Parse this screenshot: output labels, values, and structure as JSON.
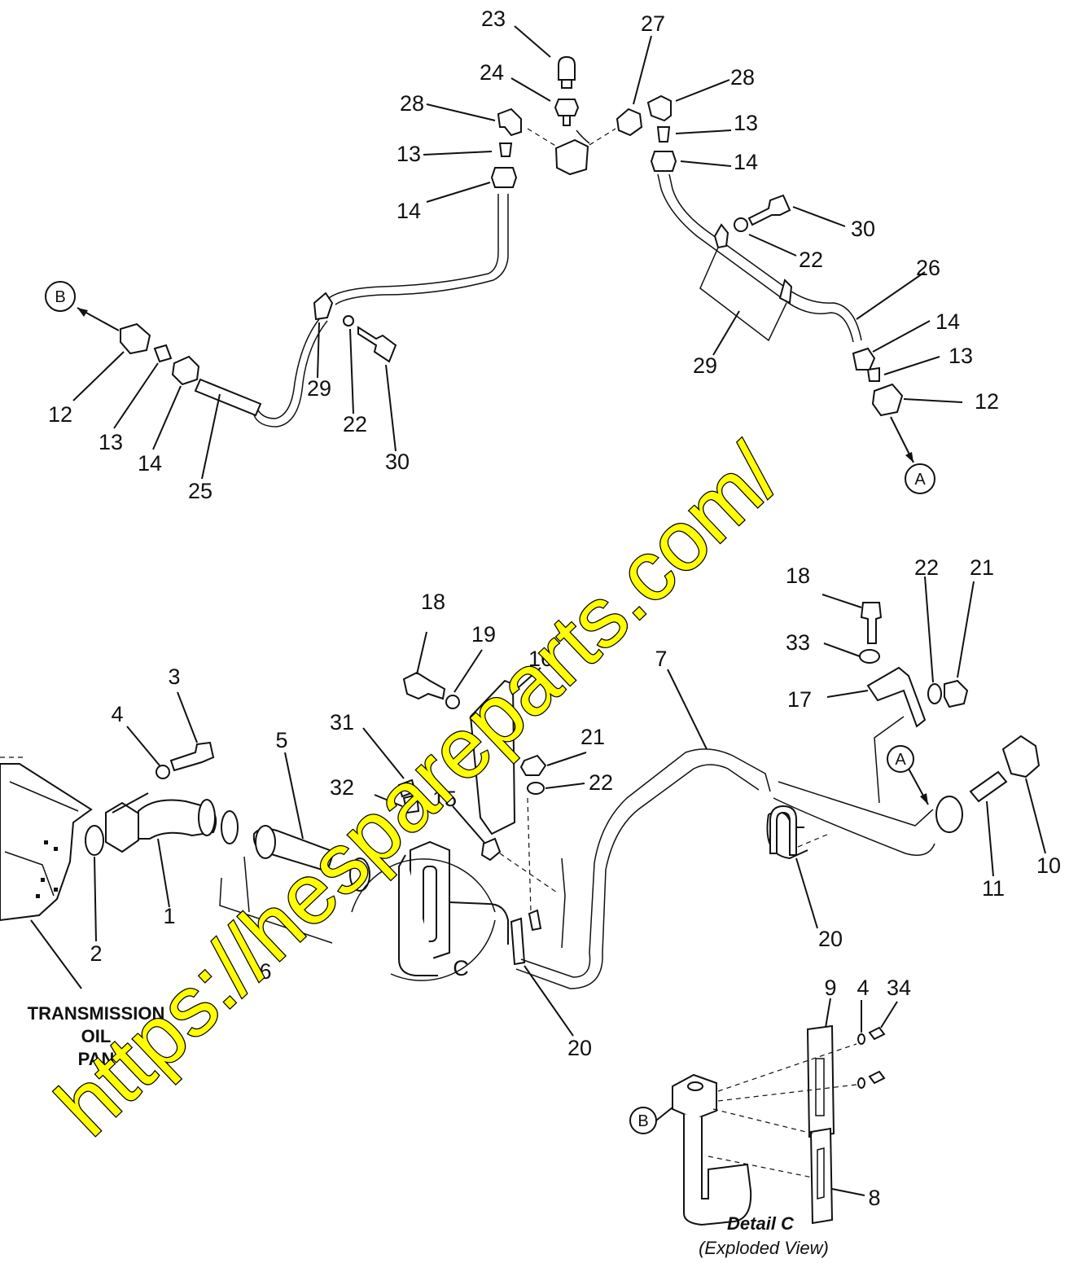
{
  "callouts": [
    {
      "id": "c23t",
      "text": "23"
    },
    {
      "id": "c27t",
      "text": "27"
    },
    {
      "id": "c24t",
      "text": "24"
    },
    {
      "id": "c28tl",
      "text": "28"
    },
    {
      "id": "c28tr",
      "text": "28"
    },
    {
      "id": "c13tl",
      "text": "13"
    },
    {
      "id": "c13tr",
      "text": "13"
    },
    {
      "id": "c14tl",
      "text": "14"
    },
    {
      "id": "c14tr",
      "text": "14"
    },
    {
      "id": "c30tr",
      "text": "30"
    },
    {
      "id": "c22tr",
      "text": "22"
    },
    {
      "id": "c26",
      "text": "26"
    },
    {
      "id": "c14mr",
      "text": "14"
    },
    {
      "id": "c13mr",
      "text": "13"
    },
    {
      "id": "c12r",
      "text": "12"
    },
    {
      "id": "c29r",
      "text": "29"
    },
    {
      "id": "c29l",
      "text": "29"
    },
    {
      "id": "c22l",
      "text": "22"
    },
    {
      "id": "c30l",
      "text": "30"
    },
    {
      "id": "c12l",
      "text": "12"
    },
    {
      "id": "c13l",
      "text": "13"
    },
    {
      "id": "c14l",
      "text": "14"
    },
    {
      "id": "c25",
      "text": "25"
    },
    {
      "id": "c18a",
      "text": "18"
    },
    {
      "id": "c19",
      "text": "19"
    },
    {
      "id": "c16",
      "text": "16"
    },
    {
      "id": "c7",
      "text": "7"
    },
    {
      "id": "c18b",
      "text": "18"
    },
    {
      "id": "c22b",
      "text": "22"
    },
    {
      "id": "c21b",
      "text": "21"
    },
    {
      "id": "c33",
      "text": "33"
    },
    {
      "id": "c17",
      "text": "17"
    },
    {
      "id": "c3",
      "text": "3"
    },
    {
      "id": "c4a",
      "text": "4"
    },
    {
      "id": "c5",
      "text": "5"
    },
    {
      "id": "c31",
      "text": "31"
    },
    {
      "id": "c21a",
      "text": "21"
    },
    {
      "id": "c22a",
      "text": "22"
    },
    {
      "id": "c32",
      "text": "32"
    },
    {
      "id": "c15",
      "text": "15"
    },
    {
      "id": "c1",
      "text": "1"
    },
    {
      "id": "c2",
      "text": "2"
    },
    {
      "id": "c6",
      "text": "6"
    },
    {
      "id": "c10",
      "text": "10"
    },
    {
      "id": "c11",
      "text": "11"
    },
    {
      "id": "c20a",
      "text": "20"
    },
    {
      "id": "c20b",
      "text": "20"
    },
    {
      "id": "c9",
      "text": "9"
    },
    {
      "id": "c4b",
      "text": "4"
    },
    {
      "id": "c34",
      "text": "34"
    },
    {
      "id": "c8",
      "text": "8"
    },
    {
      "id": "cC",
      "text": "C"
    }
  ],
  "ref_markers": {
    "a_top": "A",
    "a_bottom": "A",
    "b_top": "B",
    "b_detail": "B"
  },
  "note": {
    "line1": "TRANSMISSION",
    "line2": "OIL",
    "line3": "PAN"
  },
  "detail": {
    "title": "Detail C",
    "subtitle": "(Exploded View)"
  },
  "watermark": {
    "text": "https://hespareparts.com/",
    "color": "#ffff00"
  }
}
